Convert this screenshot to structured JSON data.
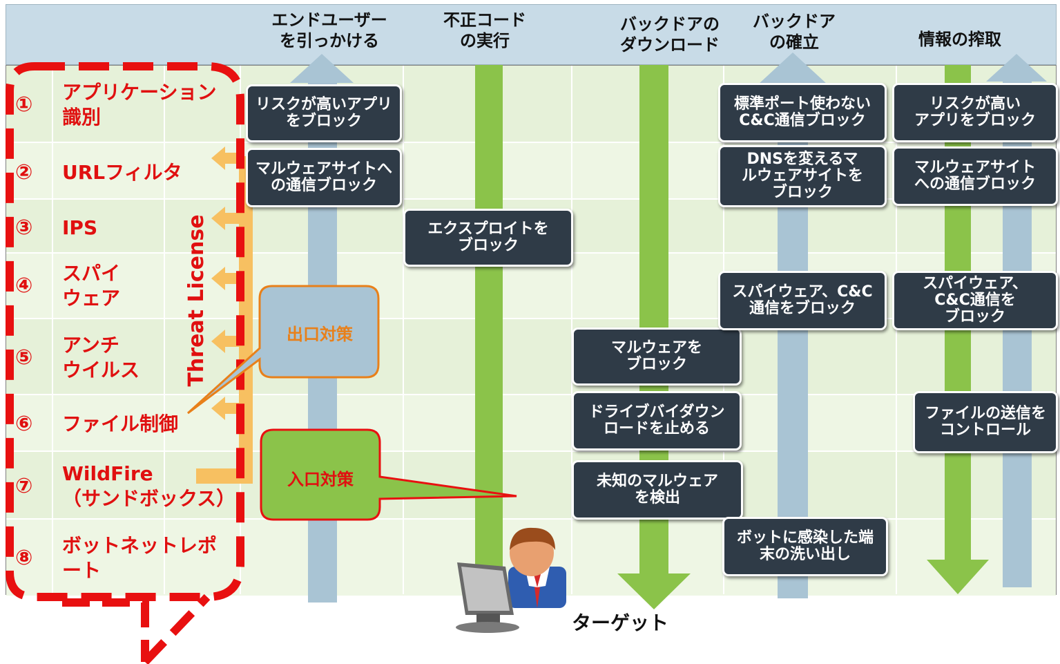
{
  "columns": [
    {
      "id": "lure",
      "title": "エンドユーザー\nを引っかける"
    },
    {
      "id": "exec",
      "title": "不正コード\nの実行"
    },
    {
      "id": "download",
      "title": "バックドアの\nダウンロード"
    },
    {
      "id": "establish",
      "title": "バックドア\nの確立"
    },
    {
      "id": "exfil",
      "title": "情報の搾取"
    }
  ],
  "features": [
    {
      "num": "①",
      "label": "アプリケーション\n識別"
    },
    {
      "num": "②",
      "label": "URLフィルタ"
    },
    {
      "num": "③",
      "label": "IPS"
    },
    {
      "num": "④",
      "label": "スパイ\nウェア"
    },
    {
      "num": "⑤",
      "label": "アンチ\nウイルス"
    },
    {
      "num": "⑥",
      "label": "ファイル制御"
    },
    {
      "num": "⑦",
      "label": "WildFire\n（サンドボックス）"
    },
    {
      "num": "⑧",
      "label": "ボットネットレポ\nート"
    }
  ],
  "threat_license": "Threat License",
  "callouts": {
    "exit": "出口対策",
    "entry": "入口対策"
  },
  "boxes": {
    "b1": "リスクが高いアプリ\nをブロック",
    "b2": "マルウェアサイトへ\nの通信ブロック",
    "b3": "エクスプロイトを\nブロック",
    "b4": "マルウェアを\nブロック",
    "b5": "ドライブバイダウン\nロードを止める",
    "b6": "未知のマルウェア\nを検出",
    "b7": "標準ポート使わない\nC&C通信ブロック",
    "b8": "DNSを変えるマ\nルウェアサイトを\nブロック",
    "b9": "スパイウェア、C&C\n通信をブロック",
    "b10": "ボットに感染した端\n末の洗い出し",
    "b11": "リスクが高い\nアプリをブロック",
    "b12": "マルウェアサイト\nへの通信ブロック",
    "b13": "スパイウェア、\nC&C通信を\nブロック",
    "b14": "ファイルの送信を\nコントロール"
  },
  "target_label": "ターゲット"
}
